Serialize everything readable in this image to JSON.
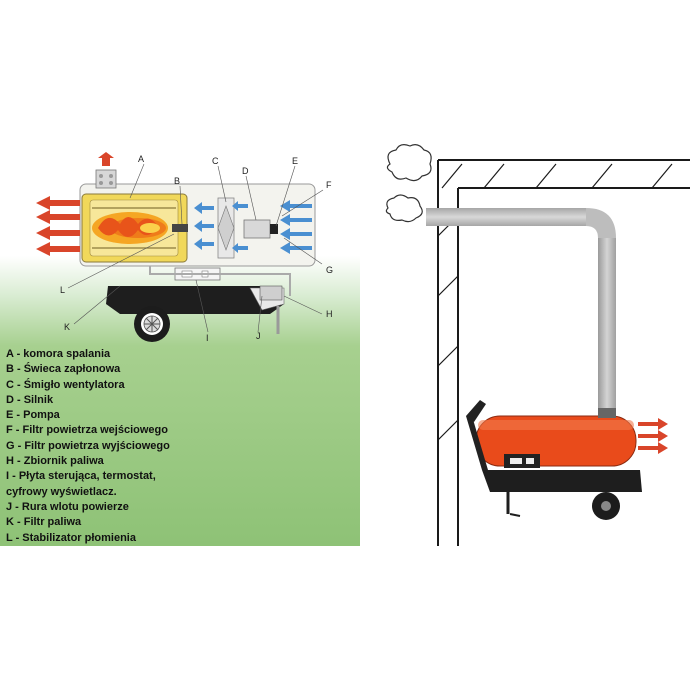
{
  "diagram": {
    "callouts": [
      "A",
      "B",
      "C",
      "D",
      "E",
      "F",
      "G",
      "H",
      "I",
      "J",
      "K",
      "L"
    ],
    "legend": [
      "A - komora spalania",
      "B - Świeca zapłonowa",
      "C - Śmigło wentylatora",
      "D - Silnik",
      "E - Pompa",
      "F - Filtr powietrza wejściowego",
      "G - Filtr powietrza wyjściowego",
      "H - Zbiornik paliwa",
      "I - Płyta sterująca, termostat, cyfrowy wyświetlacz.",
      "J - Rura wlotu powierze",
      "K - Filtr paliwa",
      "L - Stabilizator płomienia"
    ]
  },
  "colors": {
    "heat_arrow": "#d9452a",
    "cold_arrow": "#4a8fd1",
    "chamber": "#f1d85a",
    "heater_body": "#e94b1b",
    "tank": "#1e1e1e",
    "background_green": "#8ec276"
  },
  "icons": [
    "smoke-cloud-icon",
    "heat-arrow-icon",
    "air-intake-arrow-icon",
    "wheel-icon"
  ]
}
